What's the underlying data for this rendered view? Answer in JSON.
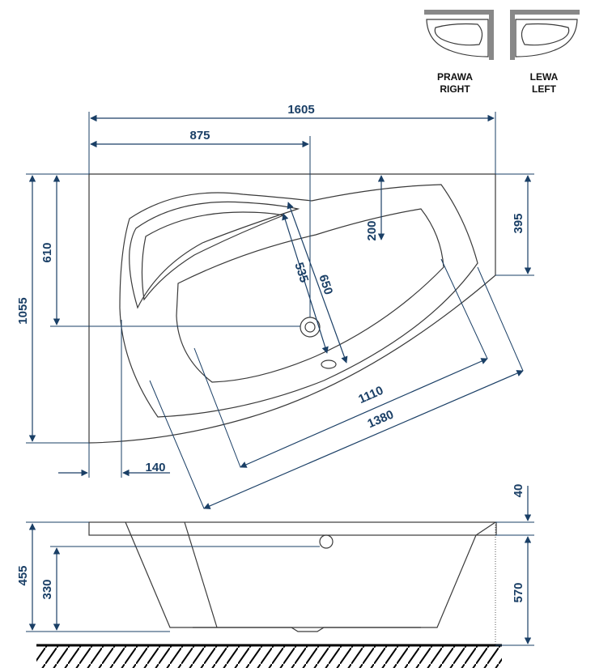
{
  "variants": {
    "right": {
      "line1": "PRAWA",
      "line2": "RIGHT"
    },
    "left": {
      "line1": "LEWA",
      "line2": "LEFT"
    }
  },
  "dimensions": {
    "total_width": "1605",
    "drain_offset": "875",
    "total_depth": "1055",
    "drain_depth": "610",
    "short_side": "395",
    "inner_offset": "200",
    "basin_width": "535",
    "outer_width": "650",
    "basin_length": "1110",
    "outer_length": "1380",
    "rim_offset": "140",
    "rim_height": "40",
    "tub_height": "455",
    "overflow_height": "330",
    "apron_height": "570"
  },
  "colors": {
    "dimension": "#1a3f66",
    "outline": "#3a3a3a"
  }
}
